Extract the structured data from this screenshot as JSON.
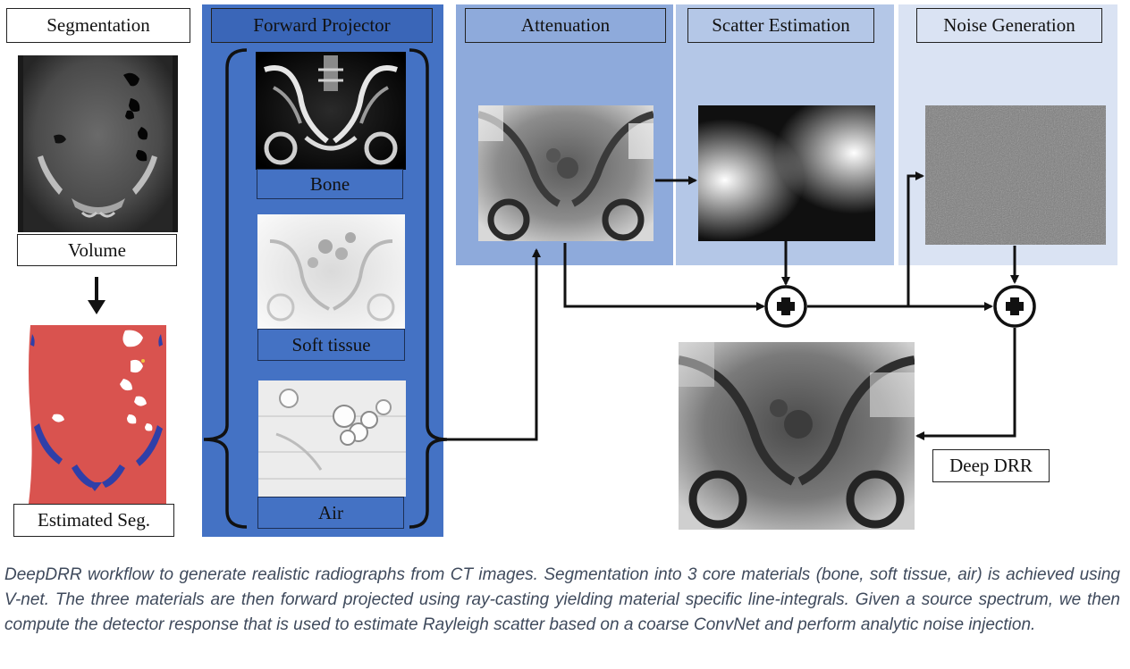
{
  "segmentation": {
    "title": "Segmentation",
    "volume_label": "Volume",
    "estimated_label": "Estimated Seg."
  },
  "forward_projector": {
    "title": "Forward Projector",
    "materials": [
      "Bone",
      "Soft tissue",
      "Air"
    ]
  },
  "attenuation": {
    "title": "Attenuation"
  },
  "scatter": {
    "title": "Scatter Estimation"
  },
  "noise": {
    "title": "Noise Generation"
  },
  "output": {
    "label": "Deep DRR"
  },
  "caption": "DeepDRR workflow to generate realistic radiographs from CT images. Segmentation into 3 core materials (bone, soft tissue, air) is achieved using V-net. The three materials are then forward projected using ray-casting yielding material specific line-integrals. Given a source spectrum, we then compute the detector response that is used to estimate Rayleigh scatter based on a coarse ConvNet and perform analytic noise injection.",
  "colors": {
    "forward_bg": "#4472c4",
    "attenuation_bg": "#8eaadb",
    "scatter_bg": "#b4c7e7",
    "noise_bg": "#dae3f3",
    "seg_red": "#d9534f",
    "seg_blue": "#2f3fa8",
    "caption_text": "#3f4a5c"
  },
  "icons": [
    "plus-junction-icon",
    "arrow-icon"
  ]
}
